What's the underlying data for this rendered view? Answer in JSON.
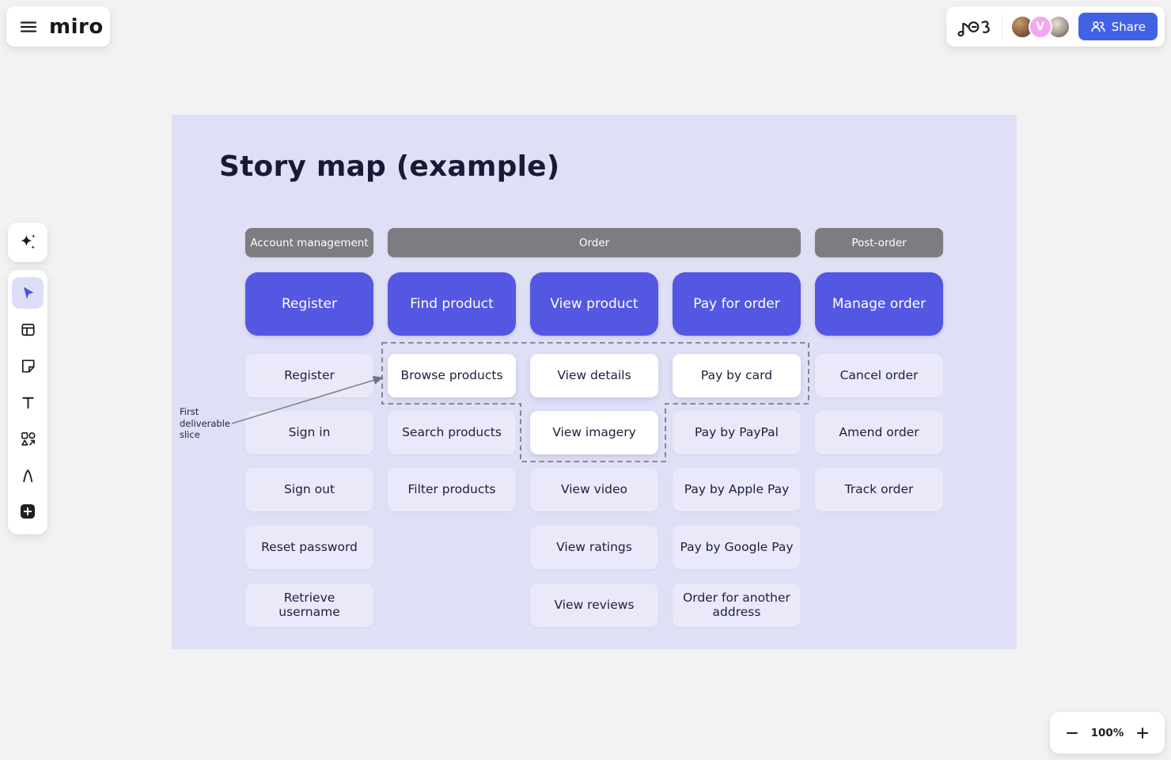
{
  "app": {
    "name": "miro",
    "share_label": "Share",
    "zoom_level": "100%",
    "avatars": [
      {
        "type": "photo",
        "label": ""
      },
      {
        "type": "initial",
        "label": "V",
        "color": "#F0A9F1"
      },
      {
        "type": "photo",
        "label": ""
      }
    ]
  },
  "toolbar": {
    "items": [
      {
        "icon": "ai-sparkle-icon",
        "active": false
      },
      {
        "icon": "select-cursor-icon",
        "active": true
      },
      {
        "icon": "templates-icon",
        "active": false
      },
      {
        "icon": "sticky-note-icon",
        "active": false
      },
      {
        "icon": "text-icon",
        "active": false
      },
      {
        "icon": "shapes-connectors-icon",
        "active": false
      },
      {
        "icon": "pen-icon",
        "active": false
      },
      {
        "icon": "add-more-icon",
        "active": false
      }
    ]
  },
  "board": {
    "title": "Story map (example)",
    "annotation": "First deliverable slice",
    "headers": [
      {
        "label": "Account management"
      },
      {
        "label": "Order"
      },
      {
        "label": "Post-order"
      }
    ],
    "epics": [
      "Register",
      "Find product",
      "View product",
      "Pay for order",
      "Manage order"
    ],
    "cards": [
      {
        "label": "Register",
        "highlight": false
      },
      {
        "label": "Browse products",
        "highlight": true
      },
      {
        "label": "View details",
        "highlight": true
      },
      {
        "label": "Pay by card",
        "highlight": true
      },
      {
        "label": "Cancel order",
        "highlight": false
      },
      {
        "label": "Sign in",
        "highlight": false
      },
      {
        "label": "Search products",
        "highlight": false
      },
      {
        "label": "View imagery",
        "highlight": true
      },
      {
        "label": "Pay by PayPal",
        "highlight": false
      },
      {
        "label": "Amend order",
        "highlight": false
      },
      {
        "label": "Sign out",
        "highlight": false
      },
      {
        "label": "Filter products",
        "highlight": false
      },
      {
        "label": "View video",
        "highlight": false
      },
      {
        "label": "Pay by Apple Pay",
        "highlight": false
      },
      {
        "label": "Track order",
        "highlight": false
      },
      {
        "label": "Reset password",
        "highlight": false
      },
      {
        "label": "View ratings",
        "highlight": false
      },
      {
        "label": "Pay by Google Pay",
        "highlight": false
      },
      {
        "label": "Retrieve username",
        "highlight": false
      },
      {
        "label": "View reviews",
        "highlight": false
      },
      {
        "label": "Order for another address",
        "highlight": false
      }
    ]
  },
  "colors": {
    "epic_purple": "#5457E1",
    "card_lavender": "#EAE9F9",
    "frame_lavender": "#DFDFF5",
    "header_gray": "#7D7D81",
    "share_blue": "#4262E6",
    "canvas_gray": "#F2F1F3"
  }
}
